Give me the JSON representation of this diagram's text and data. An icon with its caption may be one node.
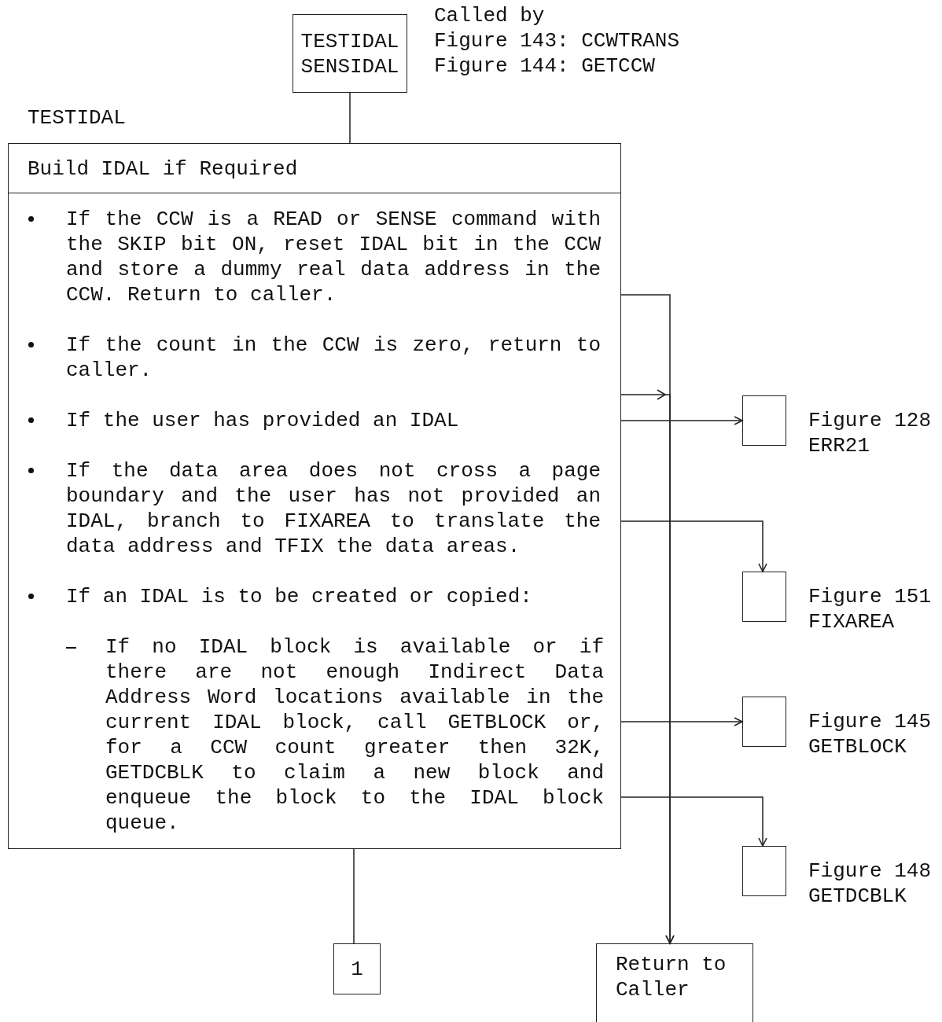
{
  "diagram": {
    "nodes": [
      {
        "text": [
          "TESTIDAL SENSIDAL"
        ],
        "beside": [
          "Called by",
          "Figure 143: CCWTRANS",
          "Figure 144: GETCCW"
        ]
      },
      {
        "text": [
          "Build IDAL if Required",
          "If the CCW is a READ or SENSE command with the SKIP bit ON, reset IDAL bit in the CCW and store a dummy real data address in the CCW. Return to caller.",
          "If the count in the CCW is zero, return to caller.",
          "If the user has provided an IDAL",
          "If the data area does not cross a page boundary and the user has not provided an IDAL, branch to FIXAREA to translate the data address and TFIX the data areas.",
          "If an IDAL is to be created or copied:",
          "If no IDAL block is available or if there are not enough Indirect Data Address Word locations available in the current IDAL block, call GETBLOCK or, for a CCW count greater then 32K, GETDCBLK to claim a new block and enqueue the block to the IDAL block queue."
        ]
      },
      {
        "text": [],
        "shape": "box",
        "beside": [
          "Figure 128",
          "ERR21"
        ]
      },
      {
        "text": [],
        "shape": "box",
        "beside": [
          "Figure 151",
          "FIXAREA"
        ]
      },
      {
        "text": [],
        "shape": "box",
        "beside": [
          "Figure 145",
          "GETBLOCK"
        ]
      },
      {
        "text": [],
        "shape": "box",
        "beside": [
          "Figure 148",
          "GETDCBLK"
        ]
      },
      {
        "text": [
          "1"
        ]
      },
      {
        "text": [
          "Return to Caller"
        ]
      }
    ],
    "edges": [
      {
        "from": 0,
        "to": 1,
        "arrow": "none"
      },
      {
        "from": 1,
        "to": 7,
        "arrow": "to"
      },
      {
        "from": 1,
        "to": 7,
        "arrow": "to"
      },
      {
        "from": 1,
        "to": 2,
        "arrow": "to"
      },
      {
        "from": 1,
        "to": 3,
        "arrow": "to"
      },
      {
        "from": 1,
        "to": 4,
        "arrow": "to"
      },
      {
        "from": 1,
        "to": 5,
        "arrow": "to"
      },
      {
        "from": 1,
        "to": 6,
        "arrow": "none"
      }
    ],
    "labels": [
      "TESTIDAL"
    ]
  }
}
